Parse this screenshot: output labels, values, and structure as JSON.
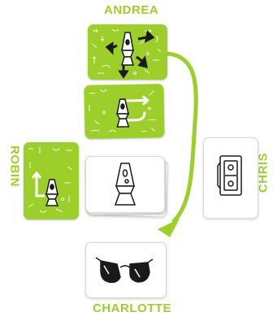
{
  "players": {
    "top": "ANDREA",
    "left": "ROBIN",
    "right": "CHRIS",
    "bottom": "CHARLOTTE"
  },
  "colors": {
    "accent": "#9ccf2a",
    "ink": "#1a1a1a",
    "card_border": "#d8d8d8"
  },
  "cards": {
    "andrea_card": {
      "icon": "lava-lamp-icon",
      "arrows": "four-directions-arrows"
    },
    "andrea_second_card": {
      "icon": "lava-lamp-icon",
      "arrows": "right-arrow-and-u-turn"
    },
    "robin_card": {
      "icon": "lava-lamp-icon",
      "arrows": "up-arrow-bracket"
    },
    "center_stack": {
      "icon": "lava-lamp-icon"
    },
    "chris_card": {
      "icon": "cassette-tape-icon"
    },
    "charlotte_card": {
      "icon": "sunglasses-icon"
    }
  },
  "pass_direction": "clockwise-curved-arrow"
}
